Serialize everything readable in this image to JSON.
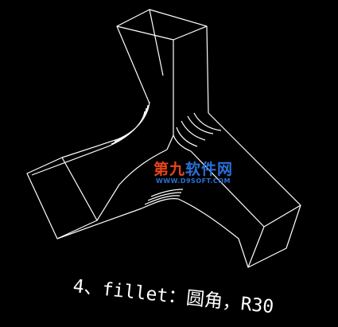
{
  "watermark": {
    "part1": "第九",
    "part2": "软件网",
    "url": "WWW.D9SOFT.COM"
  },
  "caption": "4、fillet：圆角，R30",
  "colors": {
    "background": "#000000",
    "wireframe": "#ffffff",
    "watermark_red": "#e8451c",
    "watermark_blue": "#2a6fd6"
  }
}
